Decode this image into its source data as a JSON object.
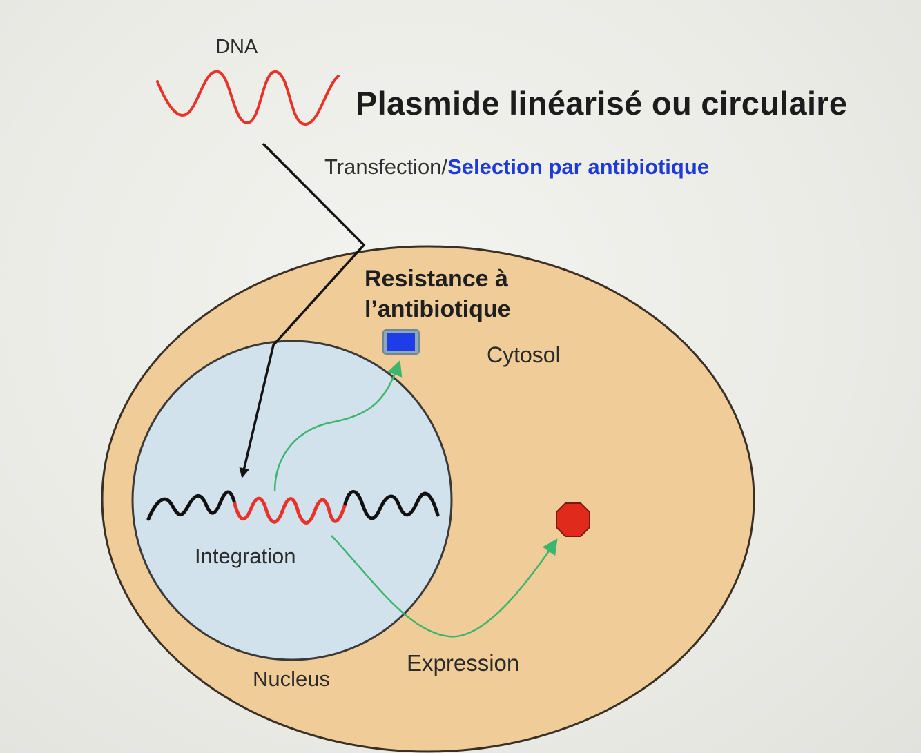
{
  "labels": {
    "dna": "DNA",
    "title": "Plasmide linéarisé ou circulaire",
    "transfection": "Transfection",
    "separator": "/",
    "selection": "Selection par antibiotique",
    "resistance_line1": "Resistance à",
    "resistance_line2": "l’antibiotique",
    "cytosol": "Cytosol",
    "integration": "Integration",
    "nucleus": "Nucleus",
    "expression": "Expression"
  },
  "colors": {
    "background": "#ebebe6",
    "cell_fill": "#f0cd98",
    "cell_stroke": "#3a2f25",
    "nucleus_fill": "#d2e2ec",
    "nucleus_stroke": "#3a3a3a",
    "plasmid_dna": "#e8332a",
    "genomic_dna": "#111111",
    "arrow_black": "#141414",
    "arrow_green": "#3db56e",
    "selection_text": "#1f3bd6",
    "resistance_protein": "#1f3de6",
    "expressed_protein": "#e02a1c"
  },
  "icons": {
    "resistance_protein": "blue-rectangle",
    "expressed_protein": "red-octagon"
  }
}
